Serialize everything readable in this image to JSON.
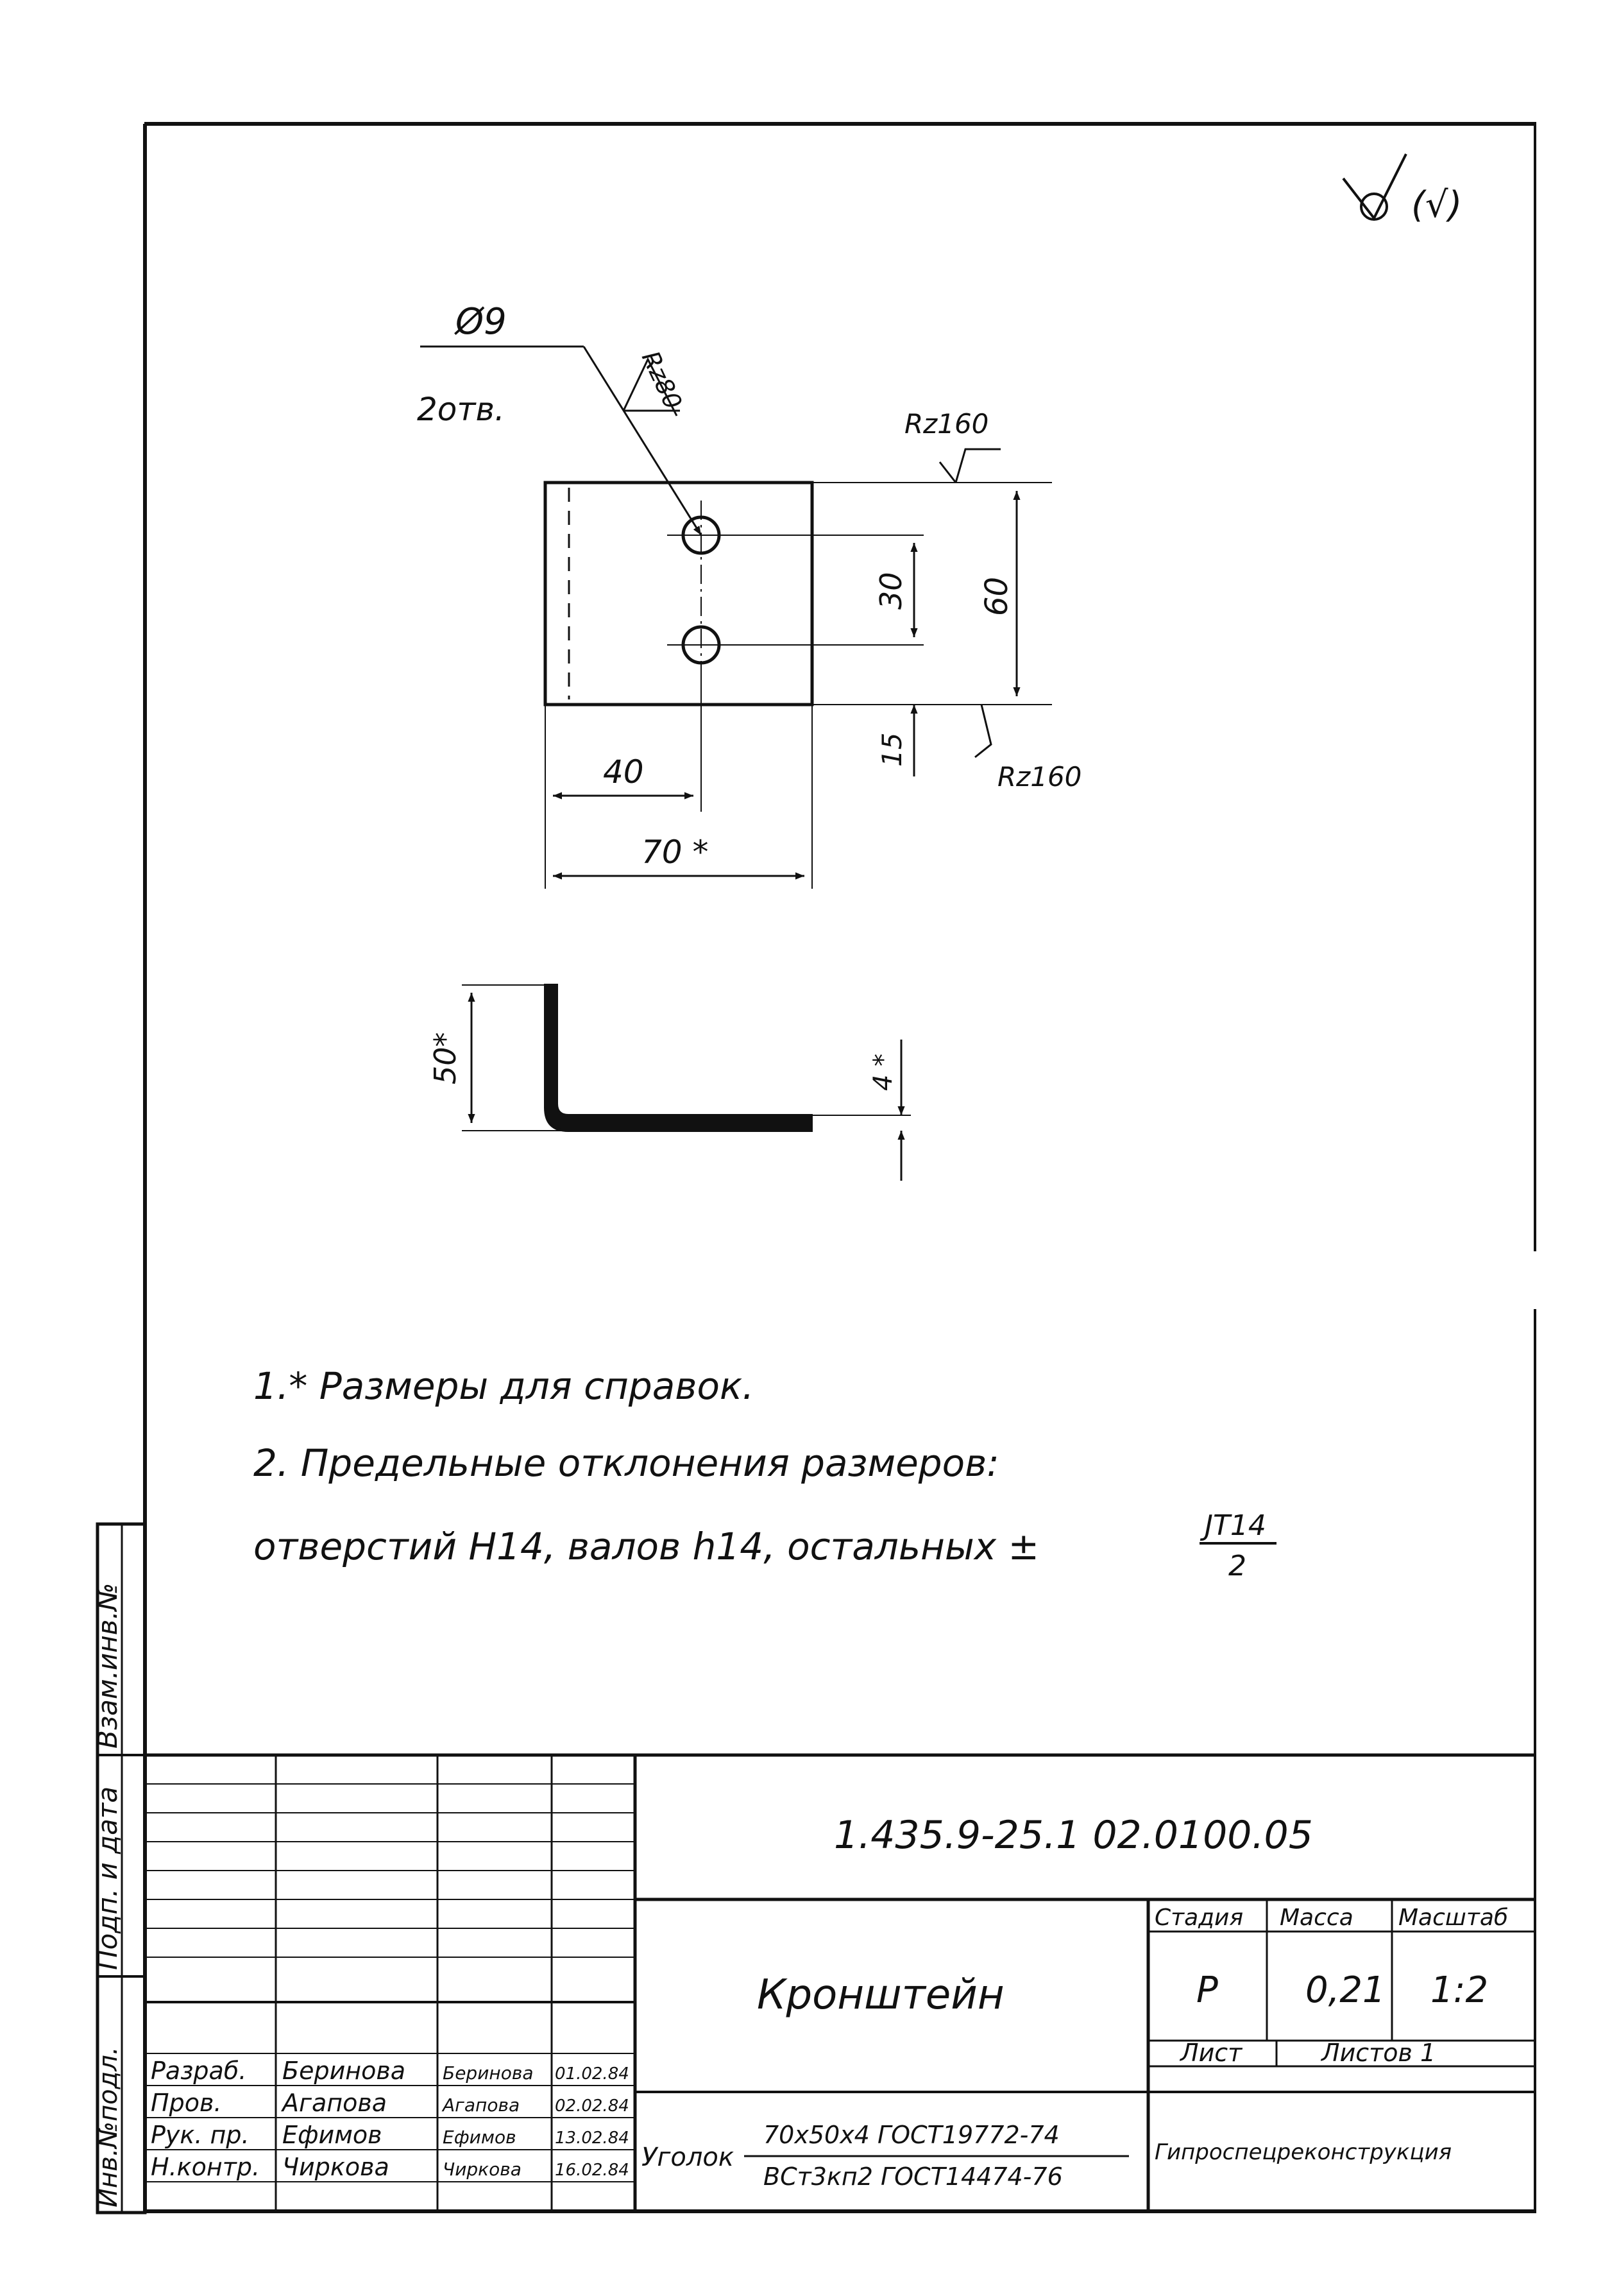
{
  "surface_finish": {
    "symbol": "∀",
    "general": "(√)"
  },
  "part_views": {
    "hole_diameter": "Ø9",
    "hole_count": "2отв.",
    "roughness_hole": "Rz80",
    "roughness_top": "Rz160",
    "roughness_bottom": "Rz160",
    "dim_hole_spacing": "30",
    "dim_height": "60",
    "dim_hole_from_edge": "40",
    "dim_bottom_offset": "15",
    "dim_width": "70 *",
    "dim_flange_height": "50*",
    "dim_thickness": "4 *"
  },
  "notes": {
    "note1": "1.* Размеры для справок.",
    "note2": "2. Предельные отклонения размеров:",
    "note3_prefix": "отверстий  Н14, валов h14, остальных ±",
    "note3_numerator": "JT14",
    "note3_denominator": "2"
  },
  "side_stamp": {
    "inv_orig": "Инв.№подл.",
    "sign_date": "Подп. и дата",
    "replace_inv": "Взам.инв.№"
  },
  "title_block": {
    "doc_code": "1.435.9-25.1 02.0100.05",
    "part_name": "Кронштейн",
    "stage_header": "Стадия",
    "mass_header": "Масса",
    "scale_header": "Масштаб",
    "stage": "Р",
    "mass": "0,21",
    "scale": "1:2",
    "sheet_label": "Лист",
    "sheets_label": "Листов 1",
    "material_prefix": "Уголок",
    "material_top": "70х50х4 ГОСТ19772-74",
    "material_bottom": "ВСт3кп2 ГОСТ14474-76",
    "organization": "Гипроспецреконструкция",
    "roles": [
      {
        "role": "Разраб.",
        "name": "Беринова",
        "signature": "Беринова",
        "date": "01.02.84"
      },
      {
        "role": "Пров.",
        "name": "Агапова",
        "signature": "Агапова",
        "date": "02.02.84"
      },
      {
        "role": "Рук. пр.",
        "name": "Ефимов",
        "signature": "Ефимов",
        "date": "13.02.84"
      },
      {
        "role": "Н.контр.",
        "name": "Чиркова",
        "signature": "Чиркова",
        "date": "16.02.84"
      }
    ]
  }
}
